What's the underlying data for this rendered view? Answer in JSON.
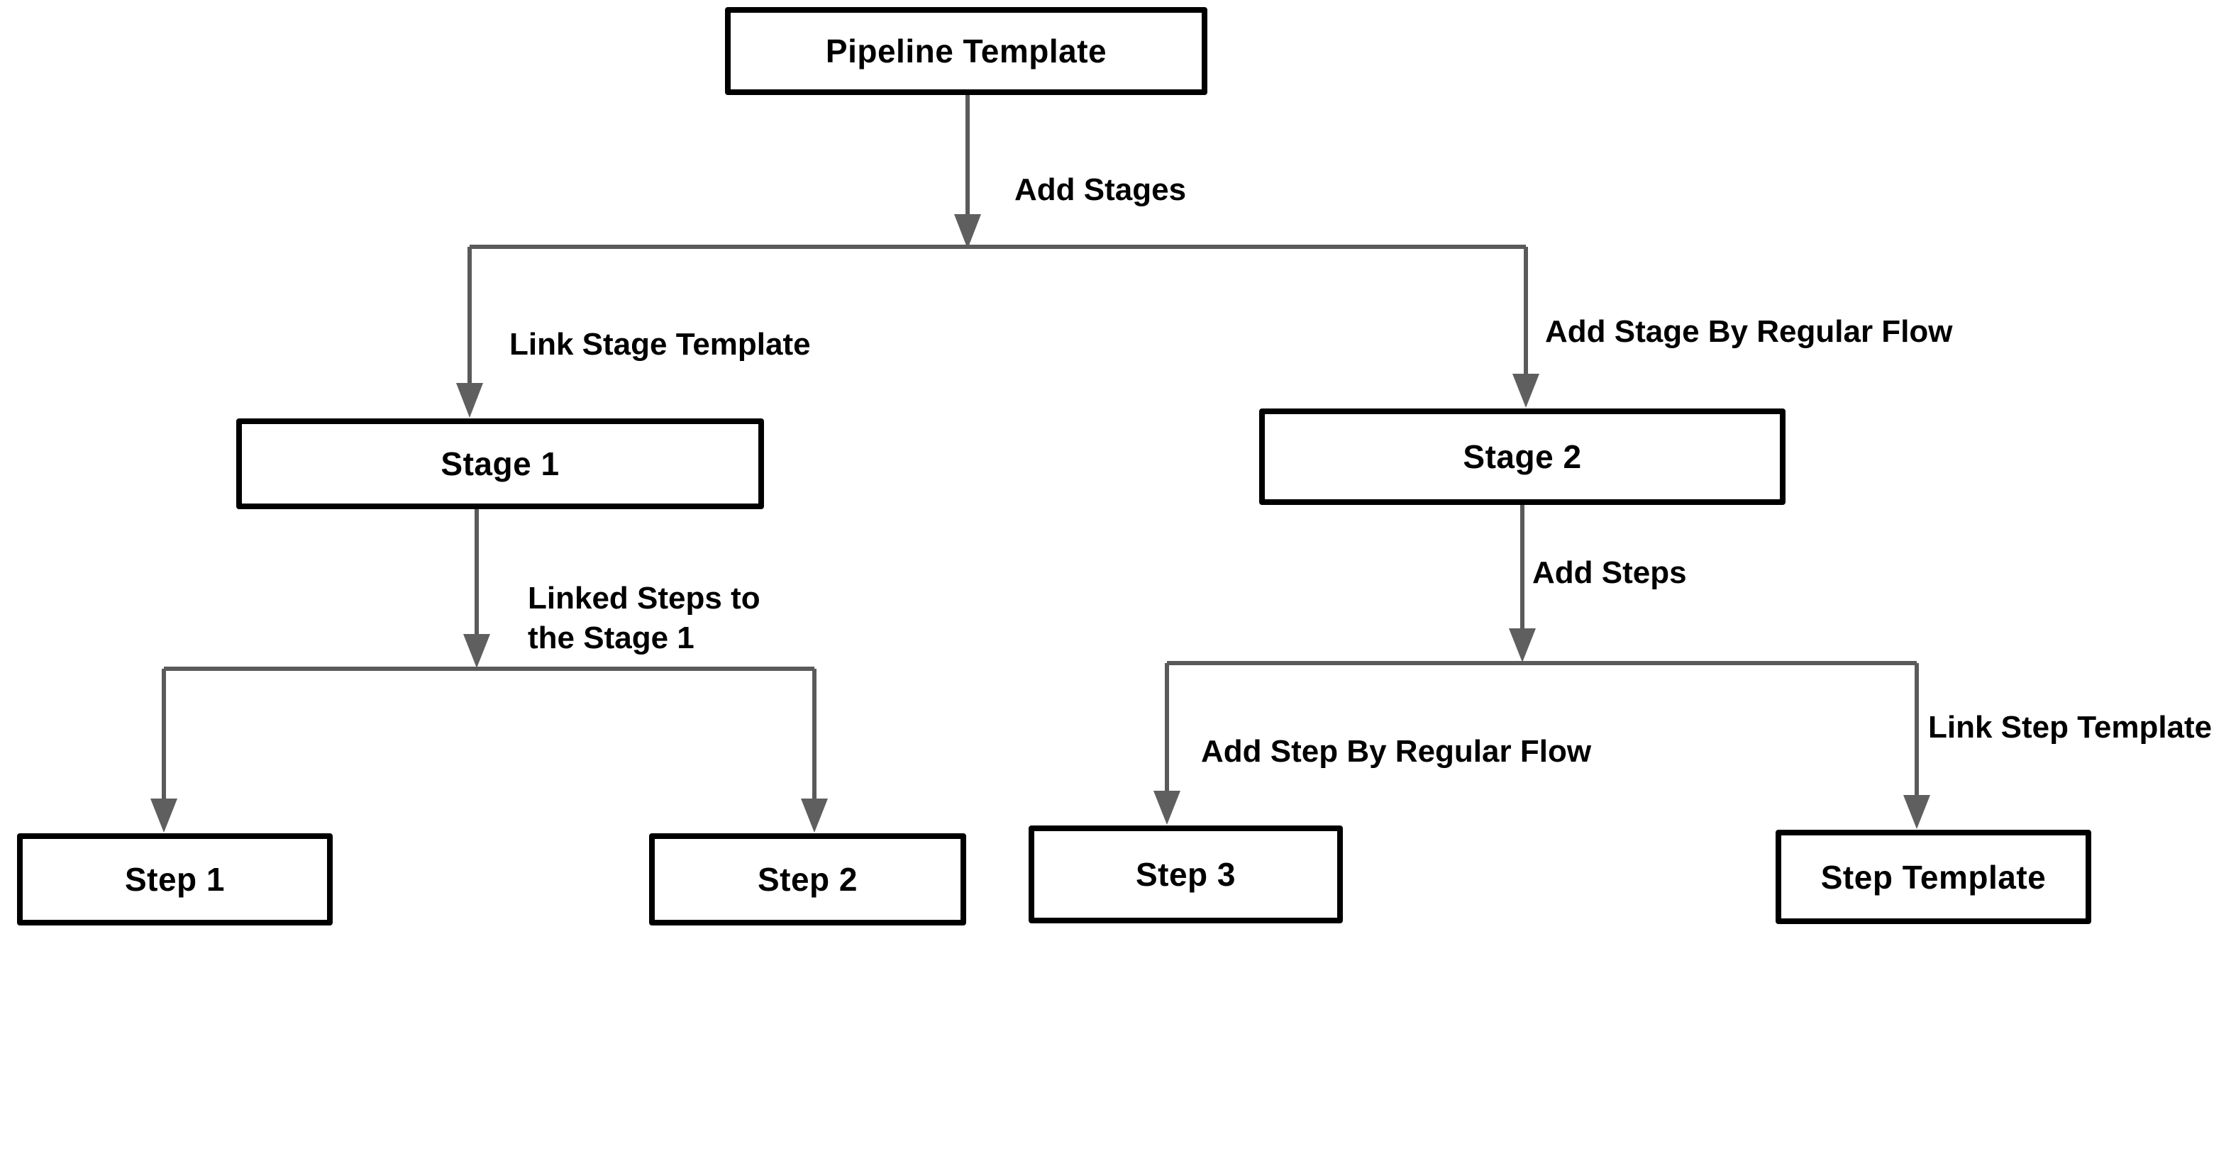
{
  "diagram": {
    "nodes": {
      "pipeline_template": {
        "label": "Pipeline Template"
      },
      "stage_1": {
        "label": "Stage 1"
      },
      "stage_2": {
        "label": "Stage 2"
      },
      "step_1": {
        "label": "Step 1"
      },
      "step_2": {
        "label": "Step 2"
      },
      "step_3": {
        "label": "Step 3"
      },
      "step_template": {
        "label": "Step Template"
      }
    },
    "edge_labels": {
      "add_stages": "Add Stages",
      "link_stage_template": "Link Stage Template",
      "add_stage_by_regular_flow": "Add Stage By Regular Flow",
      "linked_steps_to_stage_1": "Linked Steps to the Stage 1",
      "add_steps": "Add Steps",
      "add_step_by_regular_flow": "Add Step By Regular Flow",
      "link_step_template": "Link Step Template"
    },
    "colors": {
      "background": "#ffffff",
      "node_fill": "#ffffff",
      "node_border": "#000000",
      "text": "#000000",
      "edge": "#5a5a5a"
    }
  }
}
